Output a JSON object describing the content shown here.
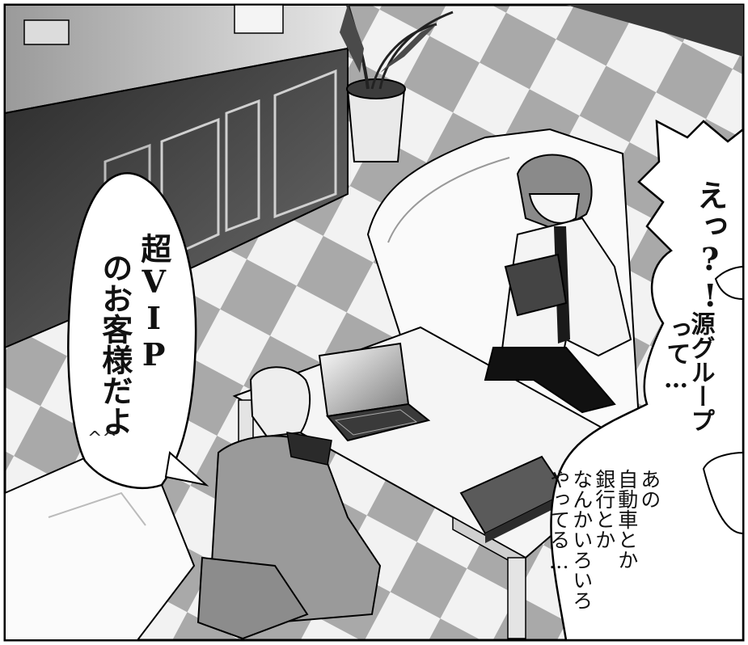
{
  "speech_vip": {
    "lines": [
      "超VIP",
      "のお客様だよ"
    ]
  },
  "speech_eh": {
    "lines": [
      "えっ?!"
    ]
  },
  "speech_minamoto": {
    "lines": [
      "源グループ",
      "って…"
    ]
  },
  "speech_ano": {
    "lines": [
      "あの",
      "自動車とか",
      "銀行とか",
      "なんかいろいろ",
      "やってる…"
    ]
  },
  "sfx": {
    "smile": "^^"
  }
}
